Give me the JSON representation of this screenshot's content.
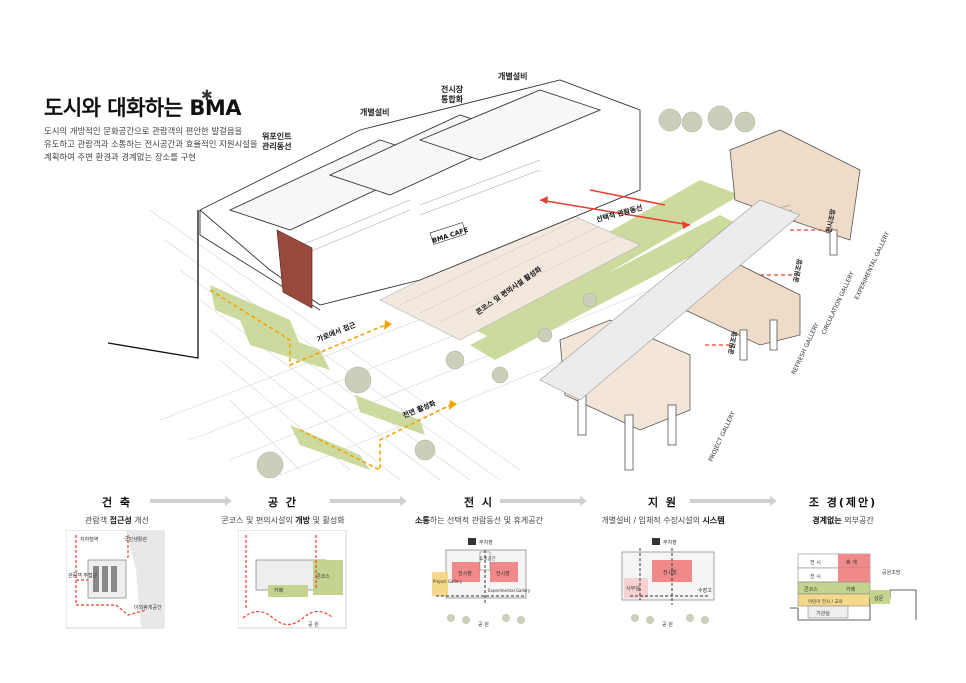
{
  "title": "도시와 대화하는 BMA",
  "description": [
    "도시의 개방적인 문화공간으로 관람객의 편안한 발걸음을",
    "유도하고 관람객과 소통하는 전시공간과 효율적인 지원시설을",
    "계획하여 주변 환경과 경계없는 장소를 구현"
  ],
  "building_labels": {
    "waterfront": [
      "워포인트",
      "관리동선"
    ],
    "individual1": "개별설비",
    "exhibit": [
      "전시장",
      "통합화"
    ],
    "individual2": "개별설비"
  },
  "map_labels": {
    "route": "선택적 관람동선",
    "concourse": "콘코스 및 편의시설 활성화",
    "street_access": "가로에서 접근",
    "sidewalk": "전면 활성화",
    "exhibit_view1": "전시조망",
    "exhibit_view2": "공원조망",
    "park_view": "공원조망",
    "galleries": [
      "EXPERIMENTAL GALLERY",
      "CIRCULATION GALLERY",
      "REFRESH GALLERY",
      "PROJECT GALLERY"
    ],
    "cafe_sign": "BMA CAFE"
  },
  "steps": [
    {
      "heading": "건 축",
      "pre": "관람객 ",
      "bold": "접근성",
      "post": " 개선"
    },
    {
      "heading": "공 간",
      "pre": "콘코스 및 편의시설의 ",
      "bold": "개방",
      "post": " 및 활성화"
    },
    {
      "heading": "전 시",
      "pre": "",
      "bold": "소통",
      "post": "하는 선택적 관람동선 및 휴게공간"
    },
    {
      "heading": "지 원",
      "pre": "개별설비 / 입체적 수장시설의 ",
      "bold": "시스템",
      "post": ""
    },
    {
      "heading": "조 경(제안)",
      "pre": "",
      "bold": "경계없는",
      "post": " 외부공간"
    }
  ],
  "panel_labels": {
    "arch": {
      "a": "지하철역",
      "b": "국민생활관",
      "c": "관람객\n주접근",
      "d": "야외휴게공간"
    },
    "space": {
      "a": "카페",
      "b": "콘코스",
      "c": "공 원"
    },
    "exhibit": {
      "a": "주차장",
      "b": "전시장",
      "c": "전시장",
      "d": "휴게공간",
      "e": "Project\nGallery",
      "f": "Experimental\nGallery",
      "g": "공 원"
    },
    "support": {
      "a": "주차장",
      "b": "전시장",
      "c": "사무실",
      "d": "수장고",
      "e": "공 원"
    },
    "land": {
      "a": "전 시",
      "b": "휴 게",
      "c": "전 시",
      "d": "콘코스",
      "e": "카페",
      "f": "어린이 전시 / 교육",
      "g": "기관실",
      "h": "공원조망",
      "i": "성문"
    }
  },
  "colors": {
    "accent_orange": "#f5a200",
    "accent_red": "#e84030",
    "green": "#c4d48e",
    "brick": "#9a4a3c",
    "beige": "#efdcc8"
  }
}
